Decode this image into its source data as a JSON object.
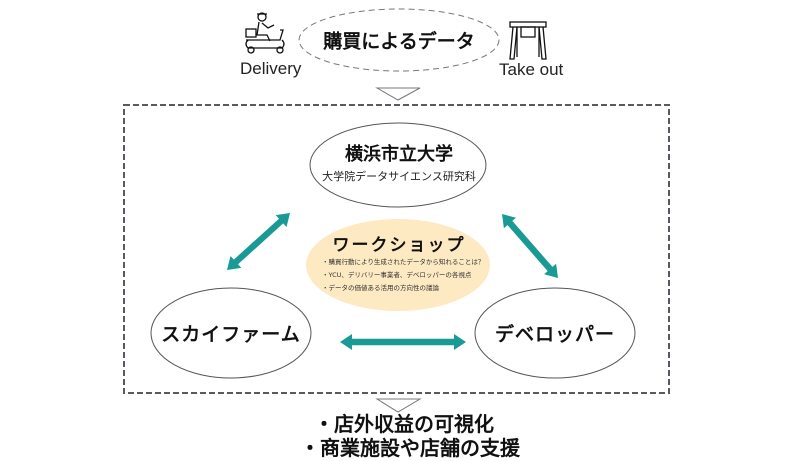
{
  "source": {
    "title": "購買によるデータ",
    "left_label": "Delivery",
    "left_icon": "delivery-scooter-icon",
    "right_label": "Take out",
    "right_icon": "takeout-bag-icon"
  },
  "nodes": {
    "university": {
      "title": "横浜市立大学",
      "subtitle": "大学院データサイエンス研究科"
    },
    "skyfarm": {
      "title": "スカイファーム"
    },
    "developer": {
      "title": "デベロッパー"
    },
    "workshop": {
      "title": "ワークショップ",
      "bullets": [
        "・購買行動により生成されたデータから知れることは？",
        "・YCU、デリバリー事業者、デベロッパーの各視点",
        "・データの価値ある活用の方向性の議論"
      ]
    }
  },
  "outcomes": [
    "・店外収益の可視化",
    "・商業施設や店舗の支援"
  ],
  "colors": {
    "arrow_teal": "#1a9a95",
    "workshop_fill": "#fde9c2",
    "dashed_border": "#555b60"
  }
}
